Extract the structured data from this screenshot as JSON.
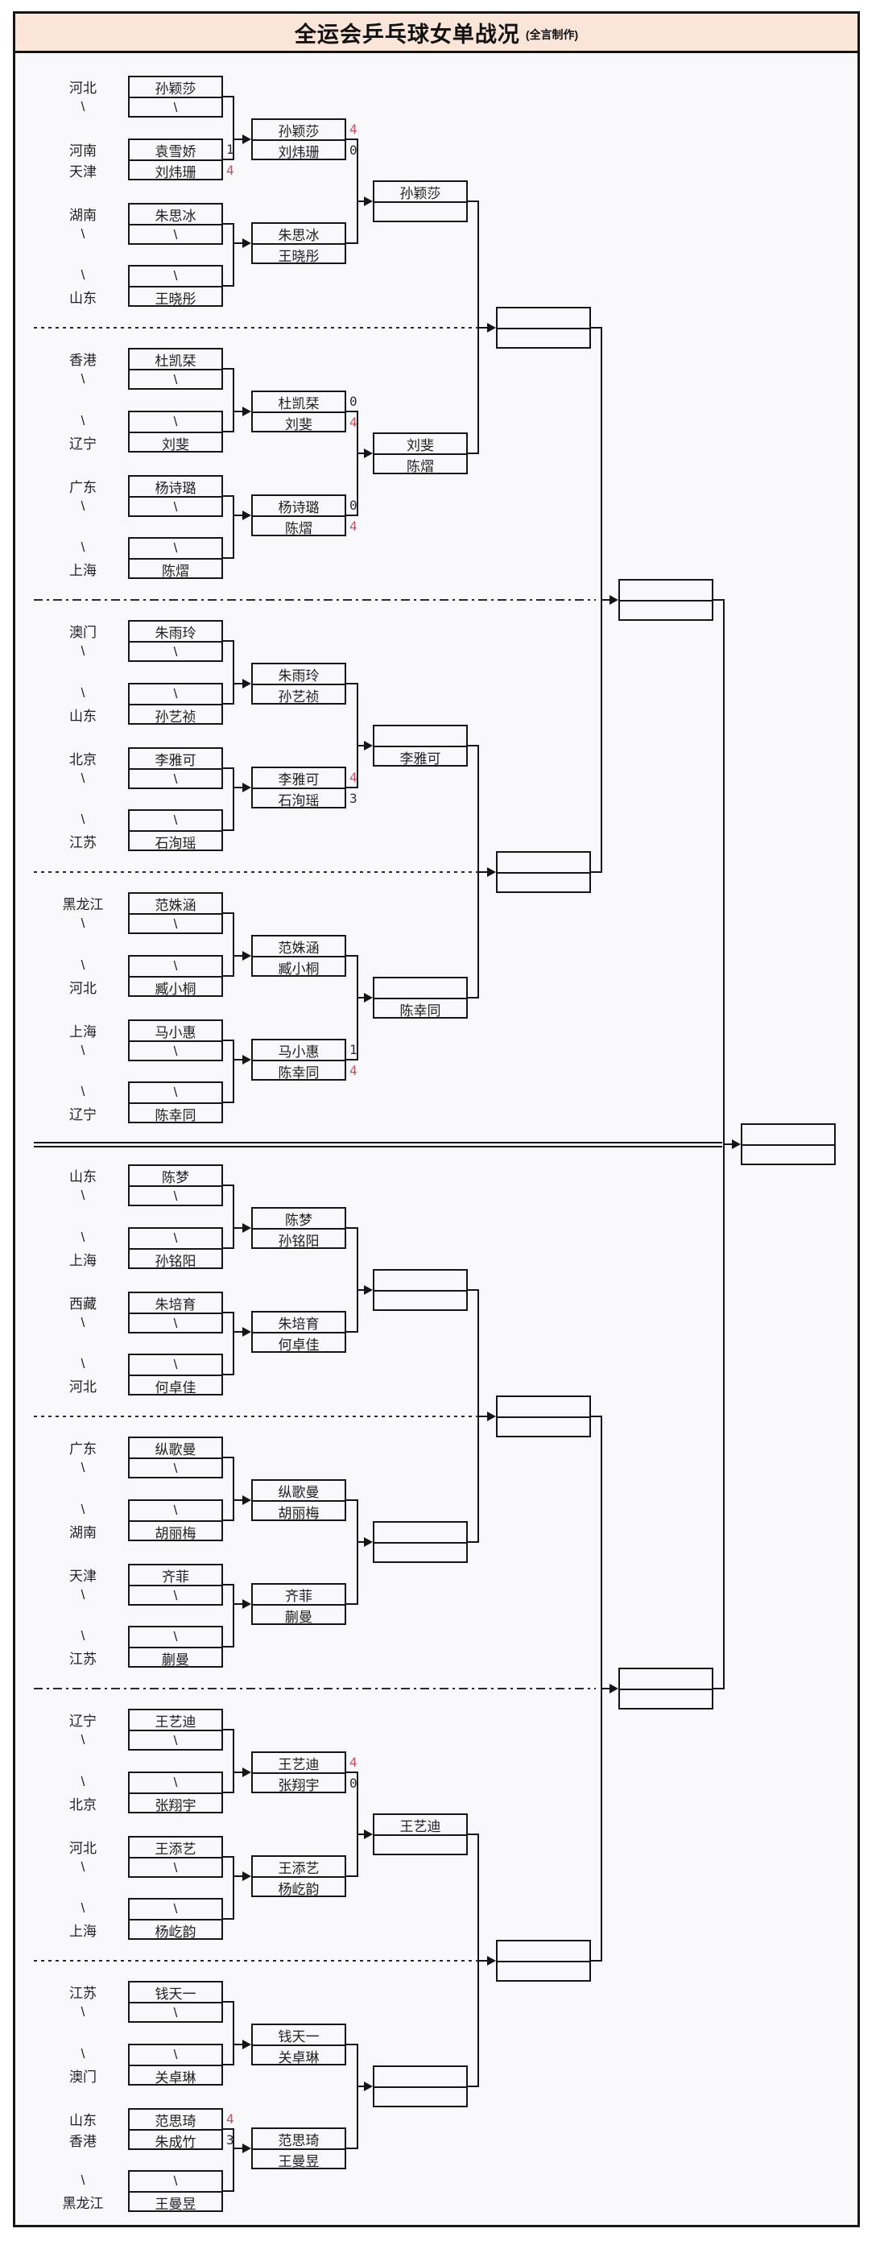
{
  "title": {
    "main": "全运会乒乓球女单战况",
    "credit": "(全言制作)"
  },
  "colors": {
    "band_bg": "#fbe5d8",
    "line": "#151515",
    "page_bg": "#f9f8fa",
    "win_score_red": "#c44f63",
    "text": "#1f1f1f"
  },
  "bracket": {
    "sections": [
      {
        "labels": [
          "河北",
          "\\",
          "河南",
          "天津",
          "湖南",
          "\\",
          "\\",
          "山东"
        ],
        "round1": [
          {
            "top": {
              "name": "孙颖莎"
            },
            "bottom": {
              "name": "\\"
            }
          },
          {
            "top": {
              "name": "袁雪娇",
              "score": "1"
            },
            "bottom": {
              "name": "刘炜珊",
              "score": "4",
              "win": true
            }
          },
          {
            "top": {
              "name": "朱思冰"
            },
            "bottom": {
              "name": "\\"
            }
          },
          {
            "top": {
              "name": "\\"
            },
            "bottom": {
              "name": "王晓彤"
            }
          }
        ],
        "round2": [
          {
            "top": {
              "name": "孙颖莎",
              "score": "4",
              "win": true
            },
            "bottom": {
              "name": "刘炜珊",
              "score": "0"
            }
          },
          {
            "top": {
              "name": "朱思冰"
            },
            "bottom": {
              "name": "王晓彤"
            }
          }
        ],
        "round3": {
          "top": {
            "name": "孙颖莎"
          },
          "bottom": {
            "name": ""
          }
        }
      },
      {
        "labels": [
          "香港",
          "\\",
          "\\",
          "辽宁",
          "广东",
          "\\",
          "\\",
          "上海"
        ],
        "round1": [
          {
            "top": {
              "name": "杜凯栞"
            },
            "bottom": {
              "name": "\\"
            }
          },
          {
            "top": {
              "name": "\\"
            },
            "bottom": {
              "name": "刘斐"
            }
          },
          {
            "top": {
              "name": "杨诗璐"
            },
            "bottom": {
              "name": "\\"
            }
          },
          {
            "top": {
              "name": "\\"
            },
            "bottom": {
              "name": "陈熠"
            }
          }
        ],
        "round2": [
          {
            "top": {
              "name": "杜凯栞",
              "score": "0"
            },
            "bottom": {
              "name": "刘斐",
              "score": "4",
              "win": true
            }
          },
          {
            "top": {
              "name": "杨诗璐",
              "score": "0"
            },
            "bottom": {
              "name": "陈熠",
              "score": "4",
              "win": true
            }
          }
        ],
        "round3": {
          "top": {
            "name": "刘斐"
          },
          "bottom": {
            "name": "陈熠"
          }
        }
      },
      {
        "labels": [
          "澳门",
          "\\",
          "\\",
          "山东",
          "北京",
          "\\",
          "\\",
          "江苏"
        ],
        "round1": [
          {
            "top": {
              "name": "朱雨玲"
            },
            "bottom": {
              "name": "\\"
            }
          },
          {
            "top": {
              "name": "\\"
            },
            "bottom": {
              "name": "孙艺祯"
            }
          },
          {
            "top": {
              "name": "李雅可"
            },
            "bottom": {
              "name": "\\"
            }
          },
          {
            "top": {
              "name": "\\"
            },
            "bottom": {
              "name": "石洵瑶"
            }
          }
        ],
        "round2": [
          {
            "top": {
              "name": "朱雨玲"
            },
            "bottom": {
              "name": "孙艺祯"
            }
          },
          {
            "top": {
              "name": "李雅可",
              "score": "4",
              "win": true
            },
            "bottom": {
              "name": "石洵瑶",
              "score": "3"
            }
          }
        ],
        "round3": {
          "top": {
            "name": ""
          },
          "bottom": {
            "name": "李雅可"
          }
        }
      },
      {
        "labels": [
          "黑龙江",
          "\\",
          "\\",
          "河北",
          "上海",
          "\\",
          "\\",
          "辽宁"
        ],
        "round1": [
          {
            "top": {
              "name": "范姝涵"
            },
            "bottom": {
              "name": "\\"
            }
          },
          {
            "top": {
              "name": "\\"
            },
            "bottom": {
              "name": "臧小桐"
            }
          },
          {
            "top": {
              "name": "马小惠"
            },
            "bottom": {
              "name": "\\"
            }
          },
          {
            "top": {
              "name": "\\"
            },
            "bottom": {
              "name": "陈幸同"
            }
          }
        ],
        "round2": [
          {
            "top": {
              "name": "范姝涵"
            },
            "bottom": {
              "name": "臧小桐"
            }
          },
          {
            "top": {
              "name": "马小惠",
              "score": "1"
            },
            "bottom": {
              "name": "陈幸同",
              "score": "4",
              "win": true
            }
          }
        ],
        "round3": {
          "top": {
            "name": ""
          },
          "bottom": {
            "name": "陈幸同"
          }
        }
      },
      {
        "labels": [
          "山东",
          "\\",
          "\\",
          "上海",
          "西藏",
          "\\",
          "\\",
          "河北"
        ],
        "round1": [
          {
            "top": {
              "name": "陈梦"
            },
            "bottom": {
              "name": "\\"
            }
          },
          {
            "top": {
              "name": "\\"
            },
            "bottom": {
              "name": "孙铭阳"
            }
          },
          {
            "top": {
              "name": "朱培育"
            },
            "bottom": {
              "name": "\\"
            }
          },
          {
            "top": {
              "name": "\\"
            },
            "bottom": {
              "name": "何卓佳"
            }
          }
        ],
        "round2": [
          {
            "top": {
              "name": "陈梦"
            },
            "bottom": {
              "name": "孙铭阳"
            }
          },
          {
            "top": {
              "name": "朱培育"
            },
            "bottom": {
              "name": "何卓佳"
            }
          }
        ],
        "round3": {
          "top": {
            "name": ""
          },
          "bottom": {
            "name": ""
          }
        }
      },
      {
        "labels": [
          "广东",
          "\\",
          "\\",
          "湖南",
          "天津",
          "\\",
          "\\",
          "江苏"
        ],
        "round1": [
          {
            "top": {
              "name": "纵歌曼"
            },
            "bottom": {
              "name": "\\"
            }
          },
          {
            "top": {
              "name": "\\"
            },
            "bottom": {
              "name": "胡丽梅"
            }
          },
          {
            "top": {
              "name": "齐菲"
            },
            "bottom": {
              "name": "\\"
            }
          },
          {
            "top": {
              "name": "\\"
            },
            "bottom": {
              "name": "蒯曼"
            }
          }
        ],
        "round2": [
          {
            "top": {
              "name": "纵歌曼"
            },
            "bottom": {
              "name": "胡丽梅"
            }
          },
          {
            "top": {
              "name": "齐菲"
            },
            "bottom": {
              "name": "蒯曼"
            }
          }
        ],
        "round3": {
          "top": {
            "name": ""
          },
          "bottom": {
            "name": ""
          }
        }
      },
      {
        "labels": [
          "辽宁",
          "\\",
          "\\",
          "北京",
          "河北",
          "\\",
          "\\",
          "上海"
        ],
        "round1": [
          {
            "top": {
              "name": "王艺迪"
            },
            "bottom": {
              "name": "\\"
            }
          },
          {
            "top": {
              "name": "\\"
            },
            "bottom": {
              "name": "张翔宇"
            }
          },
          {
            "top": {
              "name": "王添艺"
            },
            "bottom": {
              "name": "\\"
            }
          },
          {
            "top": {
              "name": "\\"
            },
            "bottom": {
              "name": "杨屹韵"
            }
          }
        ],
        "round2": [
          {
            "top": {
              "name": "王艺迪",
              "score": "4",
              "win": true
            },
            "bottom": {
              "name": "张翔宇",
              "score": "0"
            }
          },
          {
            "top": {
              "name": "王添艺"
            },
            "bottom": {
              "name": "杨屹韵"
            }
          }
        ],
        "round3": {
          "top": {
            "name": "王艺迪"
          },
          "bottom": {
            "name": ""
          }
        }
      },
      {
        "labels": [
          "江苏",
          "\\",
          "\\",
          "澳门",
          "山东",
          "香港",
          "\\",
          "黑龙江"
        ],
        "round1": [
          {
            "top": {
              "name": "钱天一"
            },
            "bottom": {
              "name": "\\"
            }
          },
          {
            "top": {
              "name": "\\"
            },
            "bottom": {
              "name": "关卓琳"
            }
          },
          {
            "top": {
              "name": "范思琦",
              "score": "4",
              "win": true
            },
            "bottom": {
              "name": "朱成竹",
              "score": "3"
            }
          },
          {
            "top": {
              "name": "\\"
            },
            "bottom": {
              "name": "王曼昱"
            }
          }
        ],
        "round2": [
          {
            "top": {
              "name": "钱天一"
            },
            "bottom": {
              "name": "关卓琳"
            }
          },
          {
            "top": {
              "name": "范思琦"
            },
            "bottom": {
              "name": "王曼昱"
            }
          }
        ],
        "round3": {
          "top": {
            "name": ""
          },
          "bottom": {
            "name": ""
          }
        }
      }
    ],
    "quarterfinals": [
      {
        "top": {
          "name": ""
        },
        "bottom": {
          "name": ""
        }
      },
      {
        "top": {
          "name": ""
        },
        "bottom": {
          "name": ""
        }
      },
      {
        "top": {
          "name": ""
        },
        "bottom": {
          "name": ""
        }
      },
      {
        "top": {
          "name": ""
        },
        "bottom": {
          "name": ""
        }
      }
    ],
    "semifinals": [
      {
        "top": {
          "name": ""
        },
        "bottom": {
          "name": ""
        }
      },
      {
        "top": {
          "name": ""
        },
        "bottom": {
          "name": ""
        }
      }
    ],
    "final": {
      "top": {
        "name": ""
      },
      "bottom": {
        "name": ""
      }
    }
  }
}
